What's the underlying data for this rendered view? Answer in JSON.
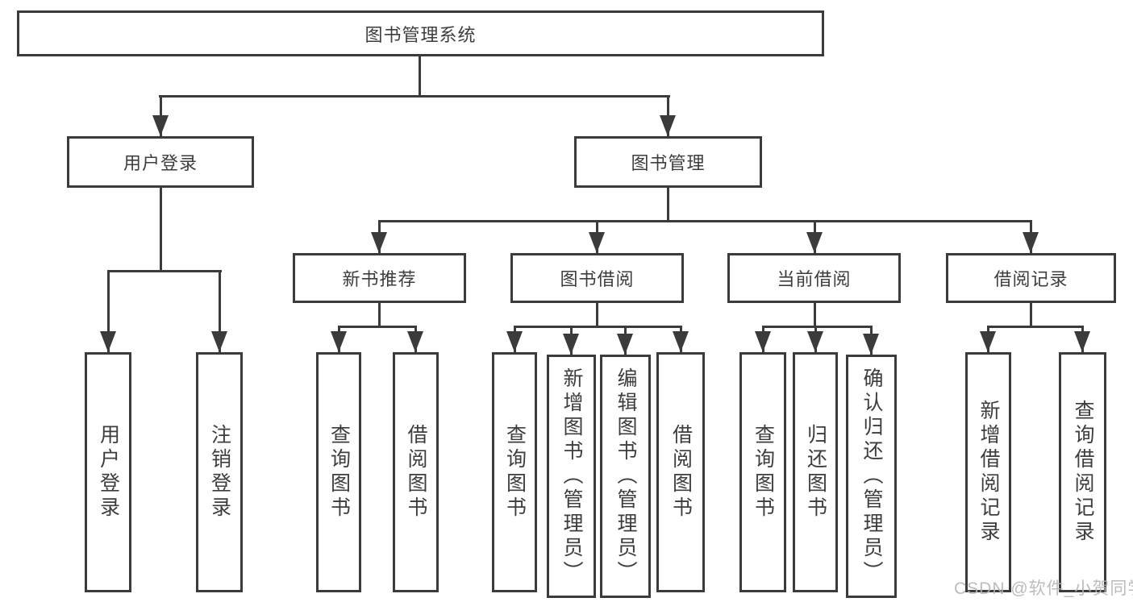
{
  "diagram_type": "hierarchy-tree",
  "colors": {
    "line": "#3b3b3b",
    "box_background": "#ffffff",
    "text": "#3d3d3d",
    "watermark": "#b5b5b5"
  },
  "watermark": {
    "text": "CSDN @软件_小贺同学"
  },
  "tree": {
    "label": "图书管理系统",
    "children": [
      {
        "label": "用户登录",
        "children": [
          {
            "label": "用户登录"
          },
          {
            "label": "注销登录"
          }
        ]
      },
      {
        "label": "图书管理",
        "children": [
          {
            "label": "新书推荐",
            "children": [
              {
                "label": "查询图书"
              },
              {
                "label": "借阅图书"
              }
            ]
          },
          {
            "label": "图书借阅",
            "children": [
              {
                "label": "查询图书"
              },
              {
                "label": "新增图书（管理员）"
              },
              {
                "label": "编辑图书（管理员）"
              },
              {
                "label": "借阅图书"
              }
            ]
          },
          {
            "label": "当前借阅",
            "children": [
              {
                "label": "查询图书"
              },
              {
                "label": "归还图书"
              },
              {
                "label": "确认归还（管理员）"
              }
            ]
          },
          {
            "label": "借阅记录",
            "children": [
              {
                "label": "新增借阅记录"
              },
              {
                "label": "查询借阅记录"
              }
            ]
          }
        ]
      }
    ]
  }
}
